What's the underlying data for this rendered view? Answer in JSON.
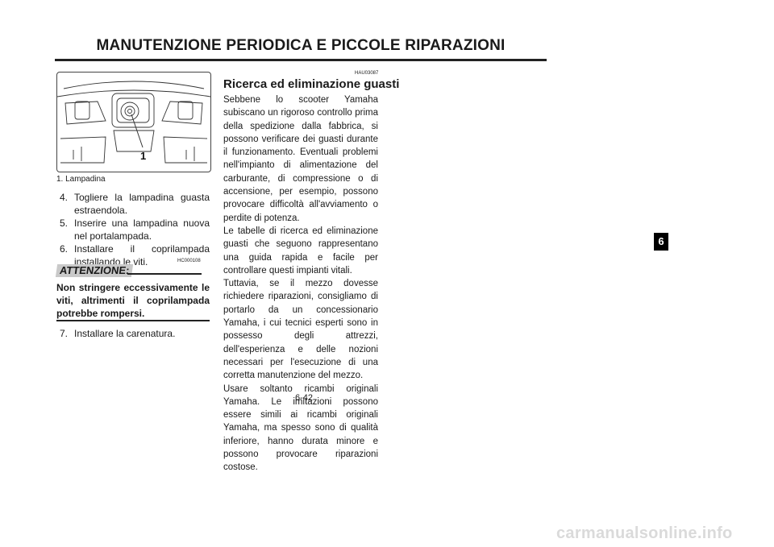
{
  "header": {
    "title": "MANUTENZIONE PERIODICA E PICCOLE RIPARAZIONI"
  },
  "figure": {
    "callout_number": "1",
    "caption": "1.  Lampadina"
  },
  "left_column": {
    "steps": [
      {
        "num": "4.",
        "text": "Togliere la lampadina guasta estraendola."
      },
      {
        "num": "5.",
        "text": "Inserire una lampadina nuova nel portalampada."
      },
      {
        "num": "6.",
        "text": "Installare il coprilampada installando le viti."
      }
    ],
    "caution": {
      "code": "HC000108",
      "label": "ATTENZIONE:",
      "text": "Non stringere eccessivamente le viti, altrimenti il coprilampada potrebbe rompersi."
    },
    "step7": {
      "num": "7.",
      "text": "Installare la carenatura."
    }
  },
  "right_column": {
    "code": "HAU03087",
    "title": "Ricerca ed eliminazione guasti",
    "paragraphs": [
      "Sebbene lo scooter Yamaha subiscano un rigoroso controllo prima della spedizione dalla fabbrica, si possono verificare dei guasti durante il funzionamento. Eventuali problemi nell'impianto di alimentazione del carburante, di compressione o di accensione, per esempio, possono provocare difficoltà all'avviamento o perdite di potenza.",
      "Le tabelle di ricerca ed eliminazione guasti che seguono rappresentano una guida rapida e facile per controllare questi impianti vitali.",
      "Tuttavia, se il mezzo dovesse richiedere riparazioni, consigliamo di portarlo da un concessionario Yamaha, i cui tecnici esperti sono in possesso degli attrezzi, dell'esperienza e delle nozioni necessari per l'esecuzione di una corretta manutenzione del mezzo.",
      "Usare soltanto ricambi originali Yamaha. Le imitazioni possono essere simili ai ricambi originali Yamaha, ma spesso sono di qualità inferiore, hanno durata minore e possono provocare riparazioni costose."
    ]
  },
  "footer": {
    "page_number": "6-42"
  },
  "chapter_tab": {
    "label": "6"
  },
  "watermark": {
    "text": "carmanualsonline.info"
  }
}
